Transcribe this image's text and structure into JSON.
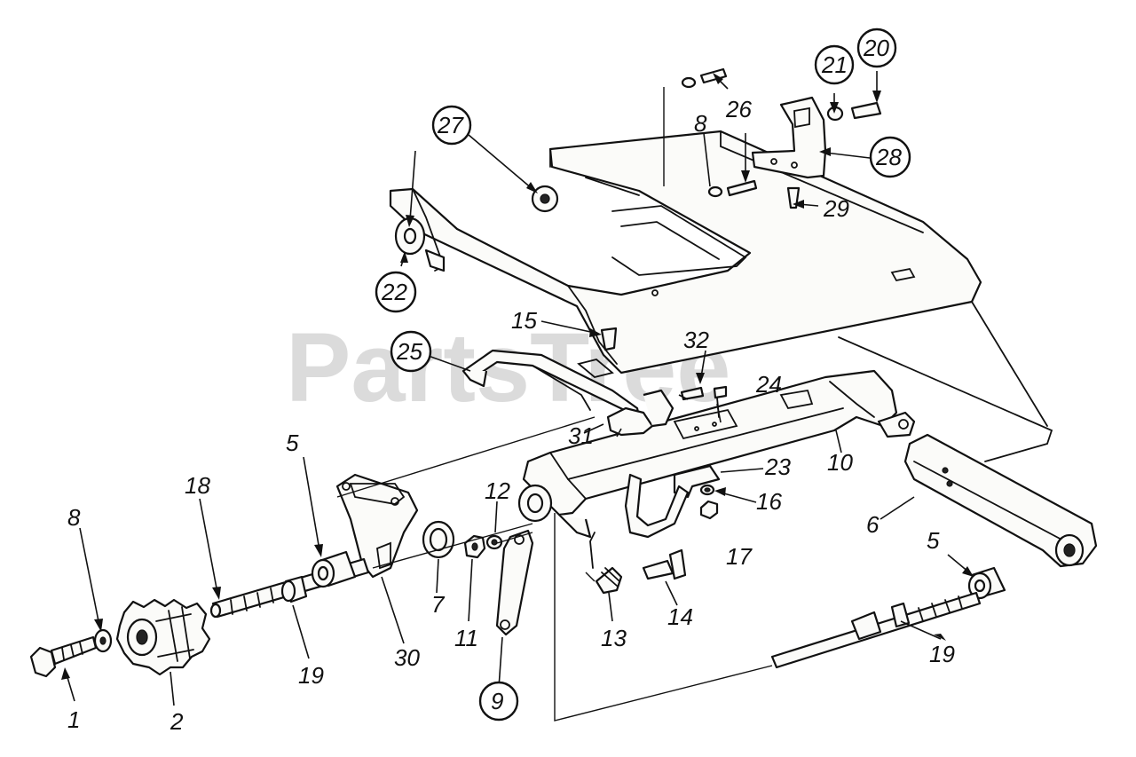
{
  "watermark": "PartsTree",
  "callouts": {
    "c1": "1",
    "c2": "2",
    "c5a": "5",
    "c5b": "5",
    "c6": "6",
    "c7": "7",
    "c8a": "8",
    "c8b": "8",
    "c9": "9",
    "c10": "10",
    "c11": "11",
    "c12": "12",
    "c13": "13",
    "c14": "14",
    "c15": "15",
    "c16": "16",
    "c17": "17",
    "c18": "18",
    "c19a": "19",
    "c19b": "19",
    "c20": "20",
    "c21": "21",
    "c22": "22",
    "c23": "23",
    "c24": "24",
    "c25": "25",
    "c26": "26",
    "c27": "27",
    "c28": "28",
    "c29": "29",
    "c30": "30",
    "c31": "31",
    "c32": "32"
  }
}
